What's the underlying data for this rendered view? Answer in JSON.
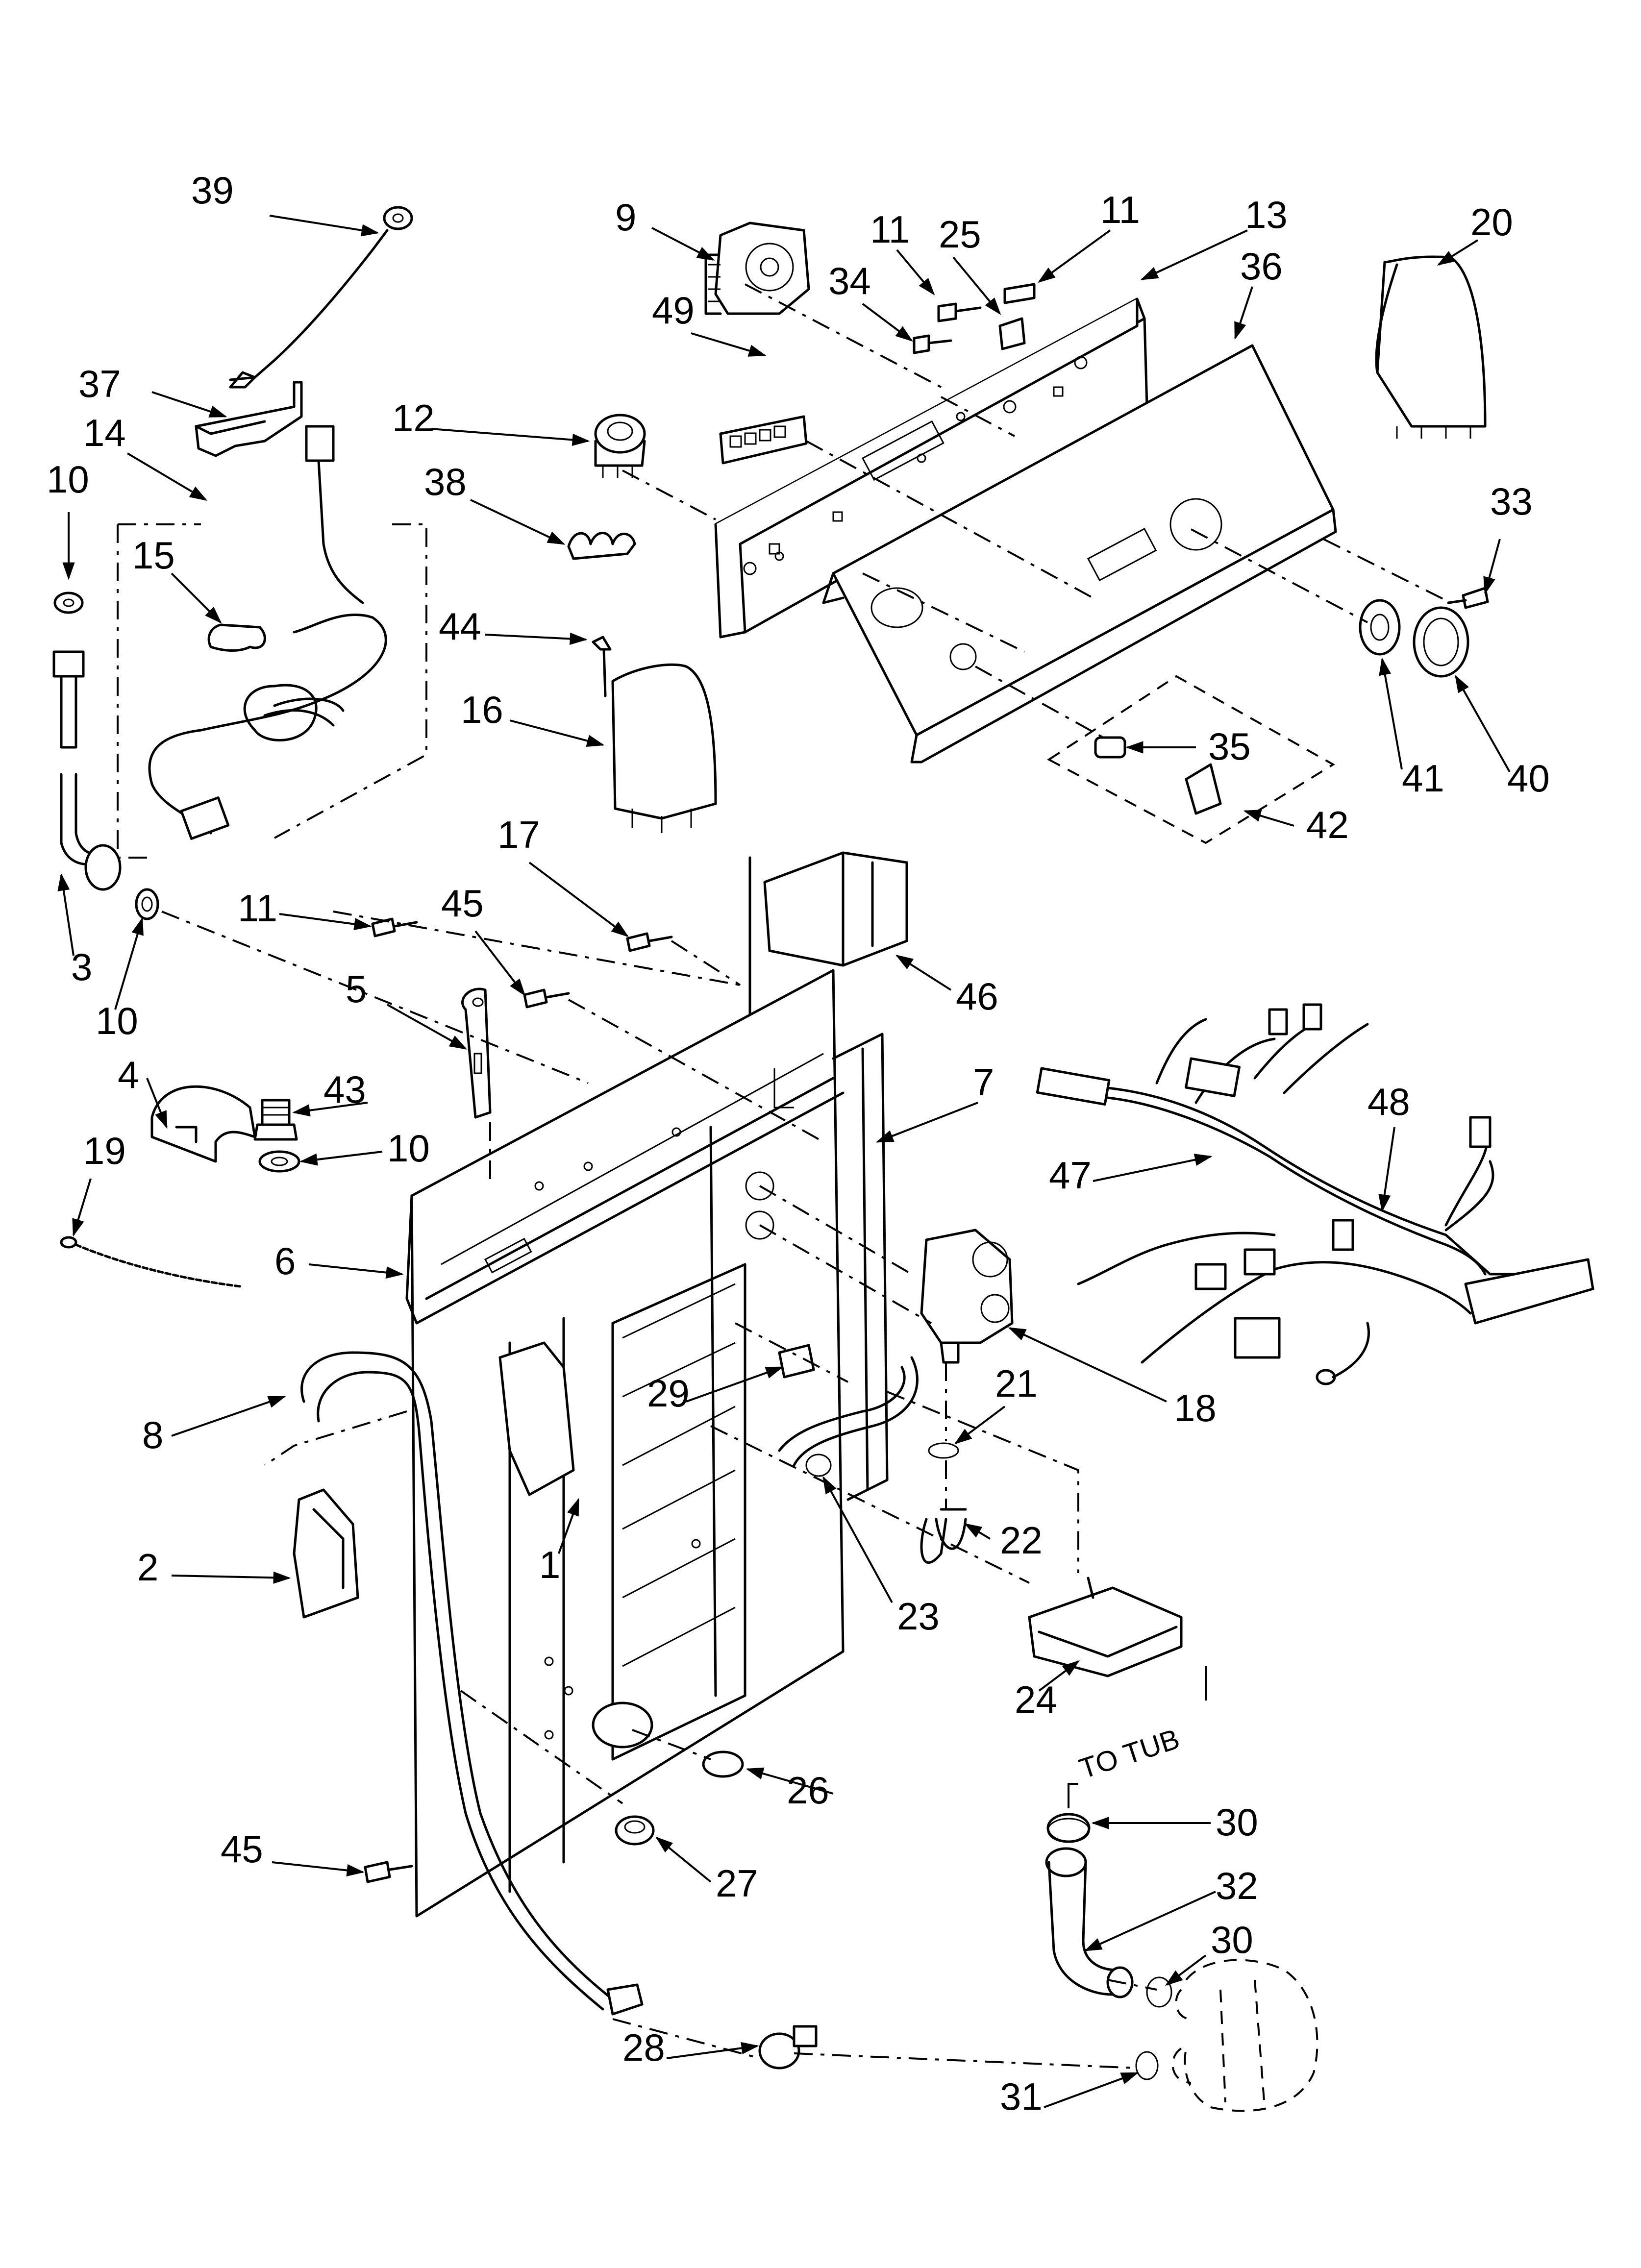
{
  "diagram": {
    "callouts": [
      {
        "id": "c39",
        "text": "39"
      },
      {
        "id": "c9",
        "text": "9"
      },
      {
        "id": "c11a",
        "text": "11"
      },
      {
        "id": "c25",
        "text": "25"
      },
      {
        "id": "c11b",
        "text": "11"
      },
      {
        "id": "c13",
        "text": "13"
      },
      {
        "id": "c36",
        "text": "36"
      },
      {
        "id": "c20",
        "text": "20"
      },
      {
        "id": "c34",
        "text": "34"
      },
      {
        "id": "c49",
        "text": "49"
      },
      {
        "id": "c37",
        "text": "37"
      },
      {
        "id": "c14",
        "text": "14"
      },
      {
        "id": "c12",
        "text": "12"
      },
      {
        "id": "c10a",
        "text": "10"
      },
      {
        "id": "c15",
        "text": "15"
      },
      {
        "id": "c38",
        "text": "38"
      },
      {
        "id": "c33",
        "text": "33"
      },
      {
        "id": "c44",
        "text": "44"
      },
      {
        "id": "c16",
        "text": "16"
      },
      {
        "id": "c35",
        "text": "35"
      },
      {
        "id": "c41",
        "text": "41"
      },
      {
        "id": "c40",
        "text": "40"
      },
      {
        "id": "c42",
        "text": "42"
      },
      {
        "id": "c17",
        "text": "17"
      },
      {
        "id": "c11c",
        "text": "11"
      },
      {
        "id": "c45a",
        "text": "45"
      },
      {
        "id": "c3",
        "text": "3"
      },
      {
        "id": "c10b",
        "text": "10"
      },
      {
        "id": "c5",
        "text": "5"
      },
      {
        "id": "c46",
        "text": "46"
      },
      {
        "id": "c4",
        "text": "4"
      },
      {
        "id": "c43",
        "text": "43"
      },
      {
        "id": "c10c",
        "text": "10"
      },
      {
        "id": "c7",
        "text": "7"
      },
      {
        "id": "c48",
        "text": "48"
      },
      {
        "id": "c47",
        "text": "47"
      },
      {
        "id": "c19",
        "text": "19"
      },
      {
        "id": "c6",
        "text": "6"
      },
      {
        "id": "c29",
        "text": "29"
      },
      {
        "id": "c21",
        "text": "21"
      },
      {
        "id": "c18",
        "text": "18"
      },
      {
        "id": "c8",
        "text": "8"
      },
      {
        "id": "c1",
        "text": "1"
      },
      {
        "id": "c22",
        "text": "22"
      },
      {
        "id": "c2",
        "text": "2"
      },
      {
        "id": "c23",
        "text": "23"
      },
      {
        "id": "c24",
        "text": "24"
      },
      {
        "id": "c26",
        "text": "26"
      },
      {
        "id": "c30a",
        "text": "30"
      },
      {
        "id": "c45b",
        "text": "45"
      },
      {
        "id": "c27",
        "text": "27"
      },
      {
        "id": "c32",
        "text": "32"
      },
      {
        "id": "c30b",
        "text": "30"
      },
      {
        "id": "c28",
        "text": "28"
      },
      {
        "id": "c31",
        "text": "31"
      }
    ],
    "annotation": "TO TUB"
  }
}
